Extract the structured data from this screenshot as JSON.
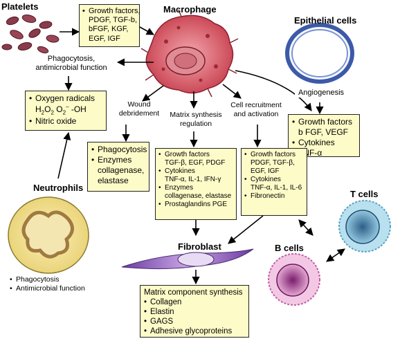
{
  "titles": {
    "platelets": "Platelets",
    "macrophage": "Macrophage",
    "epithelial": "Epithelial cells",
    "neutrophils": "Neutrophils",
    "fibroblast": "Fibroblast",
    "t_cells": "T cells",
    "b_cells": "B cells"
  },
  "labels": {
    "phagocytosis_line1": "Phagocytosis,",
    "phagocytosis_line2": "antimicrobial function",
    "angiogenesis": "Angiogenesis",
    "wound_line1": "Wound",
    "wound_line2": "debridement",
    "matrix_line1": "Matrix synthesis",
    "matrix_line2": "regulation",
    "recruit_line1": "Cell recruitment",
    "recruit_line2": "and activation"
  },
  "boxes": {
    "platelet_factors": [
      "Growth factors,",
      "PDGF, TGF-b,",
      "bFGF, KGF,",
      "EGF, IGF"
    ],
    "oxygen": {
      "item1": "Oxygen radicals",
      "item2_h": "H",
      "item2_2a": "2",
      "item2_o": "O",
      "item2_2b": "2",
      "item2_o2": "O",
      "item2_sub2": "2",
      "item2_sup": "–",
      "item2_oh": " -OH",
      "item3": "Nitric oxide"
    },
    "epithelial_factors": {
      "item1": "Growth factors",
      "item1_sub": "b FGF, VEGF",
      "item2": "Cytokines",
      "item2_sub": "TNF-α"
    },
    "wound_box": {
      "item1": "Phagocytosis",
      "item2": "Enzymes",
      "item2_sub1": "collagenase,",
      "item2_sub2": "elastase"
    },
    "matrix_box": {
      "item1": "Growth factors",
      "item1_sub": "TGF-β, EGF, PDGF",
      "item2": "Cytokines",
      "item2_sub": "TNF-α, IL-1, IFN-γ",
      "item3": "Enzymes",
      "item3_sub": "collagenase, elastase",
      "item4": "Prostaglandins PGE"
    },
    "recruit_box": {
      "item1": "Growth factors",
      "item1_sub1": "PDGF, TGF-β,",
      "item1_sub2": "EGF, IGF",
      "item2": "Cytokines",
      "item2_sub": "TNF-α, IL-1, IL-6",
      "item3": "Fibronectin"
    },
    "fibroblast_box": {
      "heading": "Matrix component synthesis",
      "items": [
        "Collagen",
        "Elastin",
        "GAGS",
        "Adhesive glycoproteins"
      ]
    }
  },
  "neutrophil_list": [
    "Phagocytosis",
    "Antimicrobial function"
  ],
  "colors": {
    "box_fill": "#fdfbc8",
    "macrophage": "#d9636e",
    "platelet": "#8a3a4a",
    "epithelial_ring": "#3c5aa8",
    "neutrophil": "#e8d27a",
    "fibroblast": "#8a5ab8",
    "t_cell": "#7cc0dc",
    "b_cell": "#c060a8"
  }
}
